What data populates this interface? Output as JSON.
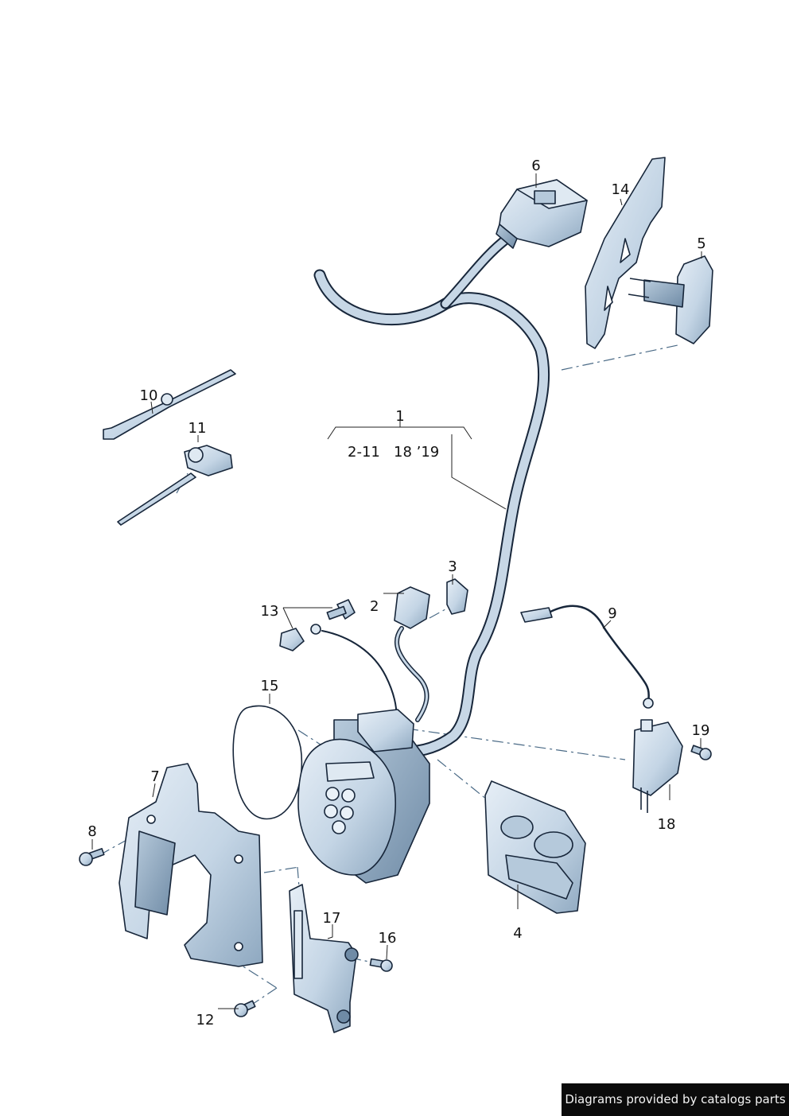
{
  "callouts": {
    "c1": "1",
    "c1_note_a": "2-11",
    "c1_note_b": "18 ’19",
    "c2": "2",
    "c3": "3",
    "c4": "4",
    "c5": "5",
    "c6": "6",
    "c7": "7",
    "c8": "8",
    "c9": "9",
    "c10": "10",
    "c11": "11",
    "c12": "12",
    "c13": "13",
    "c14": "14",
    "c15": "15",
    "c16": "16",
    "c17": "17",
    "c18": "18",
    "c19": "19"
  },
  "credit": "Diagrams provided by catalogs parts",
  "colors": {
    "part_fill": "#c9d8e6",
    "part_shade": "#9fb6cb",
    "outline": "#17263a",
    "credit_bg": "#0b0b0b"
  }
}
